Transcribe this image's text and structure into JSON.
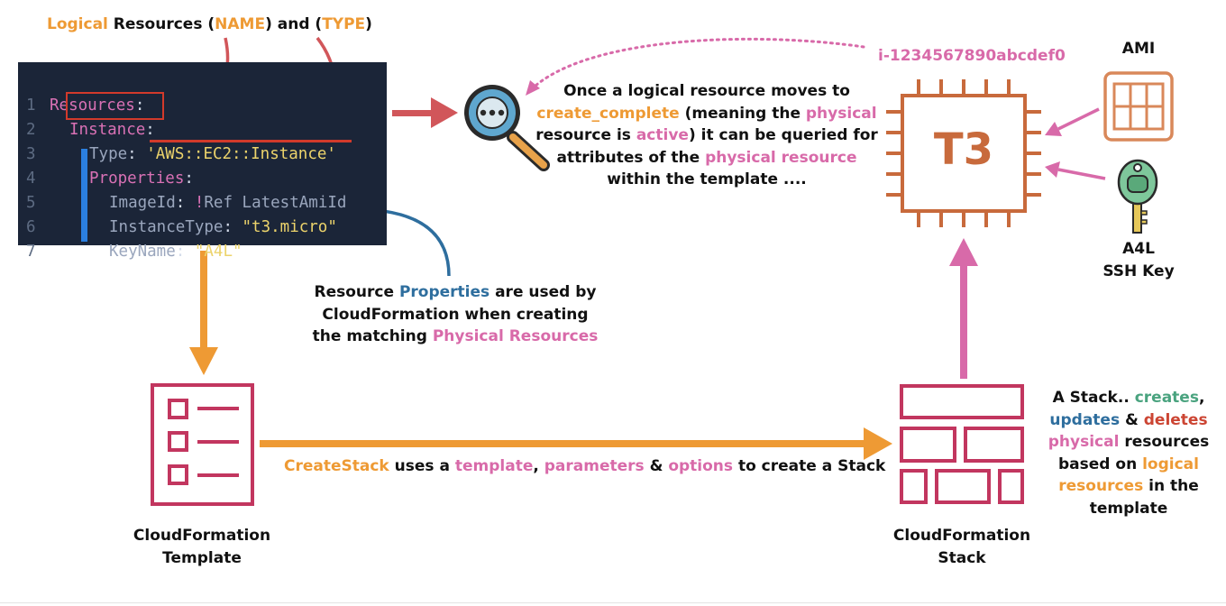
{
  "header": {
    "logical": "Logical",
    "resources": " Resources (",
    "name": "NAME",
    "and": ") and (",
    "type": "TYPE",
    "close": ")"
  },
  "code": {
    "line_numbers": [
      "1",
      "2",
      "3",
      "4",
      "5",
      "6",
      "7"
    ],
    "resources_key": "Resources",
    "instance_key": "Instance",
    "type_key": "Type",
    "type_value": "'AWS::EC2::Instance'",
    "properties_key": "Properties",
    "imageid_key": "ImageId",
    "imageid_bang": "!",
    "imageid_value": "Ref LatestAmiId",
    "instancetype_key": "InstanceType",
    "instancetype_value": "\"t3.micro\"",
    "keyname_key": "KeyName",
    "keyname_value": "\"A4L\""
  },
  "instance_id": "i-1234567890abcdef0",
  "query_text": {
    "l1": "Once a logical resource moves to",
    "l2_a": "create_complete",
    "l2_b": " (meaning the ",
    "l2_c": "physical",
    "l3_a": "resource is ",
    "l3_b": "active",
    "l3_c": ") it can be queried for",
    "l4_a": "attributes of the ",
    "l4_b": "physical resource",
    "l5": "within the template ...."
  },
  "properties_text": {
    "l1_a": "Resource ",
    "l1_b": "Properties",
    "l1_c": " are used by",
    "l2": "CloudFormation when creating",
    "l3_a": "the matching ",
    "l3_b": "Physical Resources"
  },
  "createstack_text": {
    "a": "CreateStack",
    "b": " uses a ",
    "c": "template",
    "d": ", ",
    "e": "parameters",
    "f": " & ",
    "g": "options",
    "h": " to create a Stack"
  },
  "stack_text": {
    "l1_a": "A Stack.. ",
    "l1_b": "creates",
    "l1_c": ",",
    "l2_a": "updates",
    "l2_b": " & ",
    "l2_c": "deletes",
    "l3_a": "physical",
    "l3_b": " resources",
    "l4_a": "based on ",
    "l4_b": "logical",
    "l5_a": "resources",
    "l5_b": " in the",
    "l6": "template"
  },
  "labels": {
    "ami": "AMI",
    "t3": "T3",
    "key_l1": "A4L",
    "key_l2": "SSH Key",
    "template_l1": "CloudFormation",
    "template_l2": "Template",
    "stack_l1": "CloudFormation",
    "stack_l2": "Stack"
  },
  "colors": {
    "orange": "#ee9a34",
    "pink": "#d86aa9",
    "blue": "#2e6e9e",
    "green": "#4aa37f",
    "red": "#cc4533",
    "crimson": "#c2365f",
    "chip": "#c86a3c",
    "code_bg": "#1b2538"
  },
  "icons": [
    "magnifier-icon",
    "ec2-chip-icon",
    "ami-icon",
    "ssh-key-icon",
    "template-icon",
    "stack-icon"
  ]
}
